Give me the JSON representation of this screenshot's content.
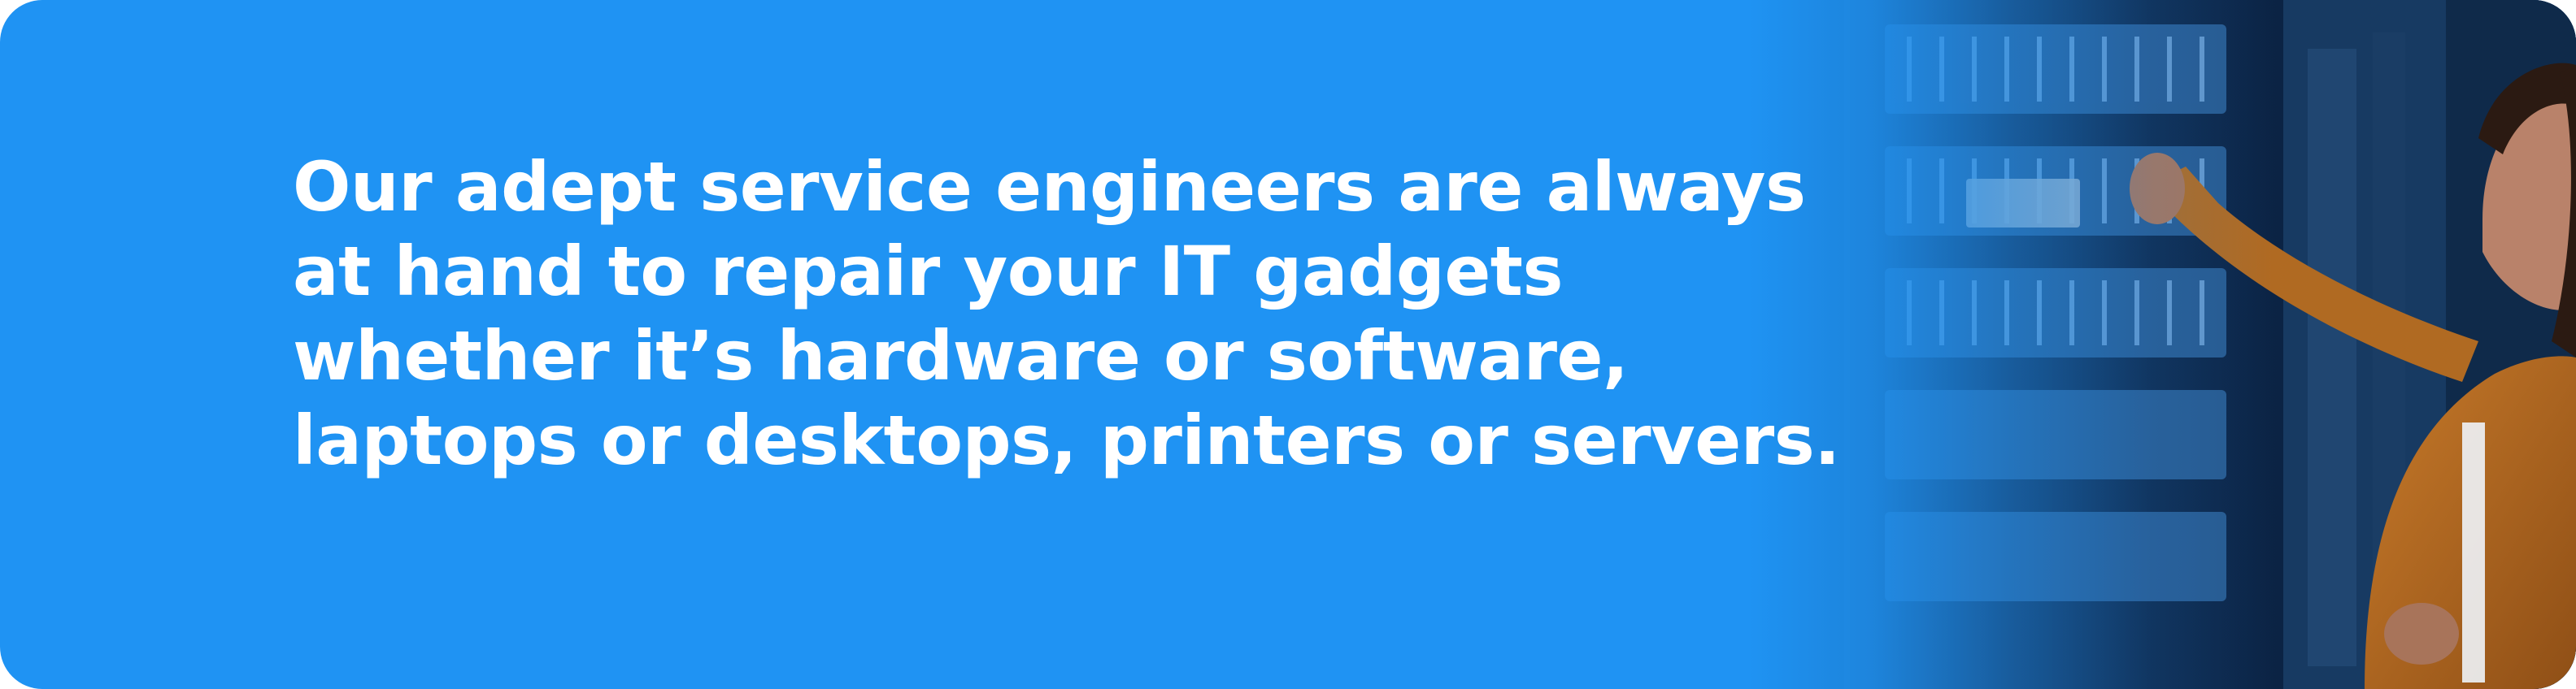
{
  "banner": {
    "message_lines": [
      "Our adept service engineers are always",
      "at hand to repair your IT gadgets",
      "whether it’s hardware or software,",
      "laptops or desktops, printers or servers."
    ],
    "background_color": "#1f93f3",
    "text_color": "#ffffff",
    "photo_subject": "technician-servicing-server-rack"
  }
}
